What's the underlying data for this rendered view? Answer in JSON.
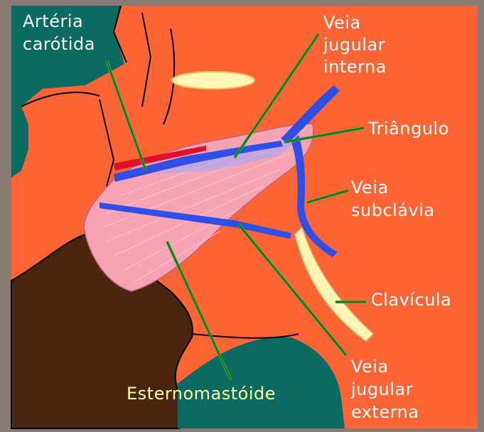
{
  "labels": {
    "carotid": [
      "Artéria",
      "carótida"
    ],
    "internal_jugular": [
      "Veia",
      "jugular",
      "interna"
    ],
    "triangle": "Triângulo",
    "subclavian": [
      "Veia",
      "subclávia"
    ],
    "clavicle": "Clavícula",
    "external_jugular": [
      "Veia",
      "jugular",
      "externa"
    ],
    "sternomastoid": "Esternomastóide"
  },
  "colors": {
    "frame": "#8a7a74",
    "skin": "#ff6435",
    "background_teal": "#0b6b63",
    "vein_blue": "#2f4fe6",
    "artery_red": "#e0102a",
    "muscle_pink": "#f7a3b4",
    "clavicle": "#fff6b5",
    "hair": "#4a2610",
    "leader_line": "#2ea62e",
    "label_text": "#ffffff",
    "sternomastoid_label": "#ffffa0"
  }
}
